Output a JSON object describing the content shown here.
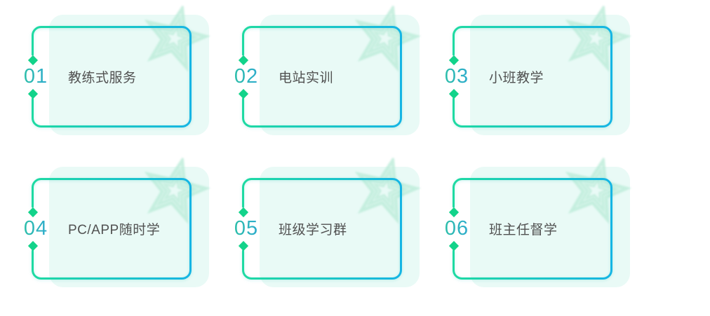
{
  "cards": [
    {
      "number": "01",
      "label": "教练式服务"
    },
    {
      "number": "02",
      "label": "电站实训"
    },
    {
      "number": "03",
      "label": "小班教学"
    },
    {
      "number": "04",
      "label": "PC/APP随时学"
    },
    {
      "number": "05",
      "label": "班级学习群"
    },
    {
      "number": "06",
      "label": "班主任督学"
    }
  ],
  "theme": {
    "background": "#ffffff",
    "card_fill": "#e9faf6",
    "border_gradient_start": "#1edaa2",
    "border_gradient_end": "#16b5e4",
    "diamond_color": "#12d38a",
    "number_gradient_start": "#2bc0a6",
    "number_gradient_end": "#2ea9d1",
    "label_color": "#515151",
    "star_color": "#bcecd9"
  },
  "decor": {
    "star_icon": "hand-drawn-star"
  }
}
